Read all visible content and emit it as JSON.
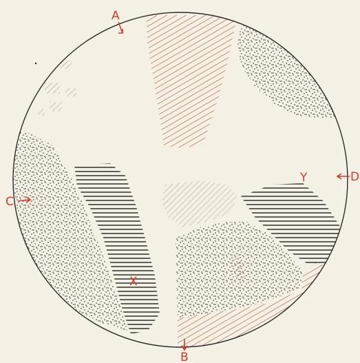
{
  "diagram": {
    "labels": {
      "a": "A",
      "b": "B",
      "c": "C",
      "d": "D",
      "x": "X",
      "y": "Y"
    },
    "colors": {
      "paper": "#f4f1e4",
      "outline": "#2a2a2a",
      "red_hatch": "#b25a4a",
      "black_hatch": "#222222",
      "stipple": "#1e1e1e",
      "faint_hatch": "#a09a96",
      "label_red": "#d23a2a"
    }
  }
}
